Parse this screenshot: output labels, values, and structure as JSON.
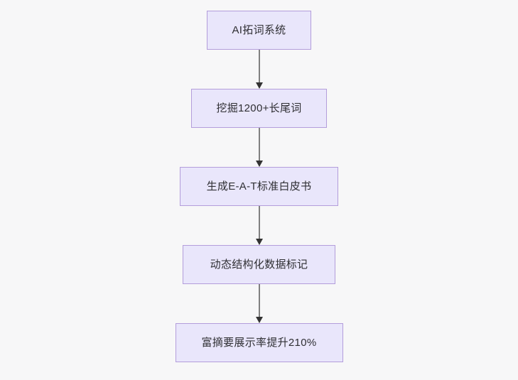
{
  "diagram": {
    "type": "flowchart",
    "orientation": "top-to-bottom",
    "background_color": "#f7f7f8",
    "node_fill_color": "#e9e6fb",
    "node_border_color": "#b39ddb",
    "node_text_color": "#2f2f33",
    "connector_line_color": "#808080",
    "connector_arrow_color": "#333333",
    "nodes": [
      {
        "id": "node-1",
        "label": "AI拓词系统"
      },
      {
        "id": "node-2",
        "label": "挖掘1200+长尾词"
      },
      {
        "id": "node-3",
        "label": "生成E-A-T标准白皮书"
      },
      {
        "id": "node-4",
        "label": "动态结构化数据标记"
      },
      {
        "id": "node-5",
        "label": "富摘要展示率提升210%"
      }
    ],
    "edges": [
      {
        "id": "edge-1",
        "from": "node-1",
        "to": "node-2",
        "label": ""
      },
      {
        "id": "edge-2",
        "from": "node-2",
        "to": "node-3",
        "label": ""
      },
      {
        "id": "edge-3",
        "from": "node-3",
        "to": "node-4",
        "label": ""
      },
      {
        "id": "edge-4",
        "from": "node-4",
        "to": "node-5",
        "label": ""
      }
    ]
  }
}
